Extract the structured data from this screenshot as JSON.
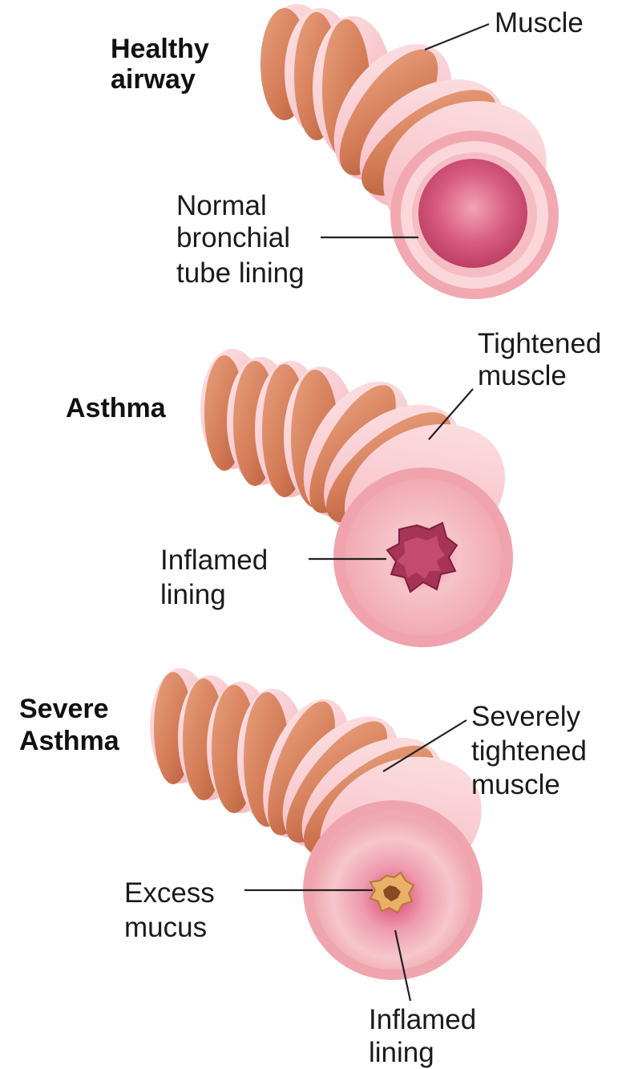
{
  "panels": [
    {
      "title": [
        "Healthy",
        "airway"
      ],
      "labels": {
        "muscle": [
          "Muscle"
        ],
        "lining": [
          "Normal",
          "bronchial",
          "tube lining"
        ]
      }
    },
    {
      "title": [
        "Asthma"
      ],
      "labels": {
        "muscle": [
          "Tightened",
          "muscle"
        ],
        "lining": [
          "Inflamed",
          "lining"
        ]
      }
    },
    {
      "title": [
        "Severe",
        "Asthma"
      ],
      "labels": {
        "muscle": [
          "Severely",
          "tightened",
          "muscle"
        ],
        "mucus": [
          "Excess",
          "mucus"
        ],
        "lining": [
          "Inflamed",
          "lining"
        ]
      }
    }
  ],
  "colors": {
    "muscle_band": "#d9845f",
    "muscle_band_dark": "#b8623f",
    "tube_wall": "#f4b3b9",
    "tube_wall_light": "#fbd4d8",
    "lumen": "#d24d75",
    "lumen_inflamed": "#b13b5e",
    "mucus": "#e9b068"
  }
}
